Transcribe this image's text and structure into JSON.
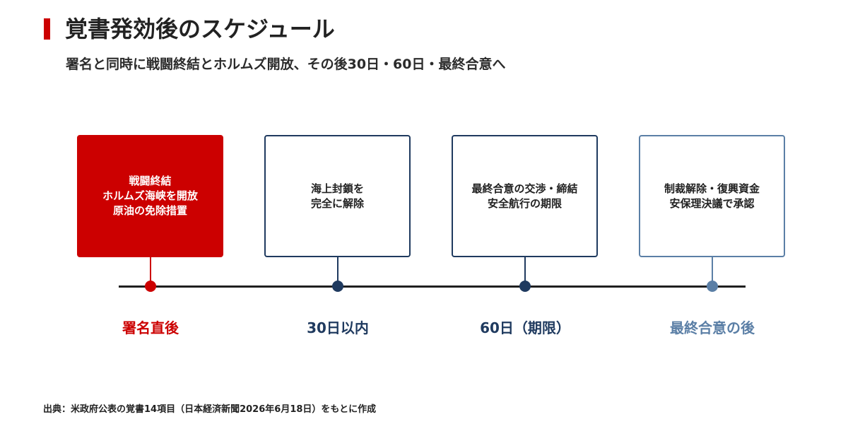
{
  "header": {
    "title": "覚書発効後のスケジュール",
    "subtitle": "署名と同時に戦闘終結とホルムズ開放、その後30日・60日・最終合意へ",
    "accent_color": "#cc0000"
  },
  "stages": [
    {
      "label": "署名直後",
      "lines": [
        "戦闘終結",
        "ホルムズ海峡を開放",
        "原油の免除措置"
      ],
      "color": "#cc0000",
      "filled": true
    },
    {
      "label": "30日以内",
      "lines": [
        "海上封鎖を",
        "完全に解除"
      ],
      "color": "#1f3a5f",
      "filled": false
    },
    {
      "label": "60日（期限）",
      "lines": [
        "最終合意の交渉・締結",
        "安全航行の期限"
      ],
      "color": "#1f3a5f",
      "filled": false
    },
    {
      "label": "最終合意の後",
      "lines": [
        "制裁解除・復興資金",
        "安保理決議で承認"
      ],
      "color": "#5b7fa6",
      "filled": false
    }
  ],
  "footer": {
    "source": "出典：米政府公表の覚書14項目（日本経済新聞2026年6月18日）をもとに作成"
  }
}
